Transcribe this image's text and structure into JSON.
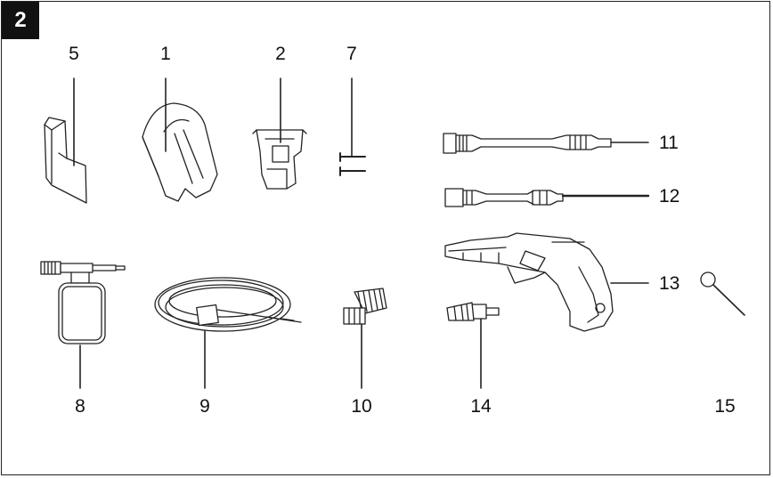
{
  "figure": {
    "number": "2",
    "parts": [
      {
        "id": "p5",
        "label": "5",
        "icon": "nozzle-shield-icon"
      },
      {
        "id": "p1",
        "label": "1",
        "icon": "hose-guide-icon"
      },
      {
        "id": "p2",
        "label": "2",
        "icon": "wheel-holder-icon"
      },
      {
        "id": "p7",
        "label": "7",
        "icon": "screws-icon"
      },
      {
        "id": "p11",
        "label": "11",
        "icon": "lance-long-icon"
      },
      {
        "id": "p12",
        "label": "12",
        "icon": "lance-short-icon"
      },
      {
        "id": "p13",
        "label": "13",
        "icon": "spray-gun-icon"
      },
      {
        "id": "p15",
        "label": "15",
        "icon": "cleaning-needle-icon"
      },
      {
        "id": "p8",
        "label": "8",
        "icon": "foam-bottle-icon"
      },
      {
        "id": "p9",
        "label": "9",
        "icon": "hose-coil-icon"
      },
      {
        "id": "p10",
        "label": "10",
        "icon": "water-connector-icon"
      },
      {
        "id": "p14",
        "label": "14",
        "icon": "turbo-nozzle-icon"
      }
    ]
  }
}
